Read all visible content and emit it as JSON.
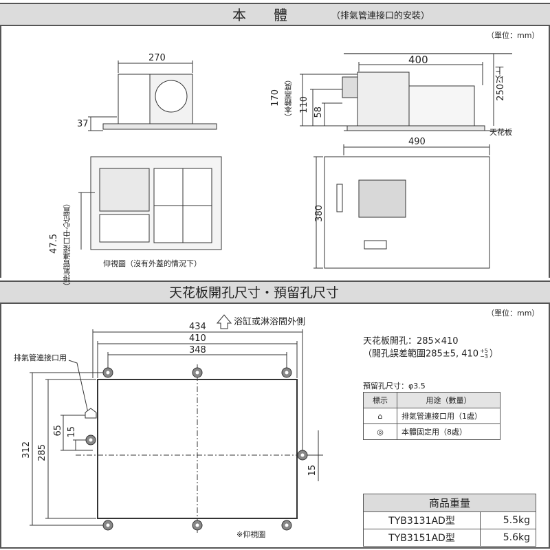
{
  "top": {
    "title": "本　　體",
    "subtitle": "（排氣管連接口的安裝）",
    "unit": "（單位：mm）",
    "dim_270": "270",
    "dim_37": "37",
    "dim_400": "400",
    "dim_170": "170",
    "dim_170_note": "（本體高度）",
    "dim_110": "110",
    "dim_58": "58",
    "dim_250": "250以上",
    "ceiling_label": "天花板",
    "dim_490": "490",
    "dim_380": "380",
    "dim_47_5": "47.5",
    "dim_47_5_note": "（排氣管連接口中心位置）",
    "bottom_view_caption": "仰視圖（沒有外蓋的情況下）"
  },
  "bottom": {
    "title": "天花板開孔尺寸・預留孔尺寸",
    "unit": "（單位：mm）",
    "bath_side": "浴缸或淋浴間外側",
    "dim_434": "434",
    "dim_410": "410",
    "dim_348": "348",
    "exhaust_label": "排氣管連接口用",
    "dim_312": "312",
    "dim_285": "285",
    "dim_65": "65",
    "dim_15a": "15",
    "dim_15b": "15",
    "bottom_caption": "※仰視圖",
    "opening_line1": "天花板開孔：285×410",
    "opening_line2": "（開孔誤差範圍285±5, 410",
    "tol_plus": "+5",
    "tol_minus": "−3",
    "opening_close": "）",
    "reserve_hole": "預留孔尺寸：φ3.5",
    "legend": {
      "col1": "標示",
      "col2": "用途（數量）",
      "row1": "排氣管連接口用（1處）",
      "row2": "本體固定用（8處）"
    },
    "weight": {
      "title": "商品重量",
      "rows": [
        {
          "model": "TYB3131AD型",
          "weight": "5.5kg"
        },
        {
          "model": "TYB3151AD型",
          "weight": "5.6kg"
        }
      ]
    }
  }
}
